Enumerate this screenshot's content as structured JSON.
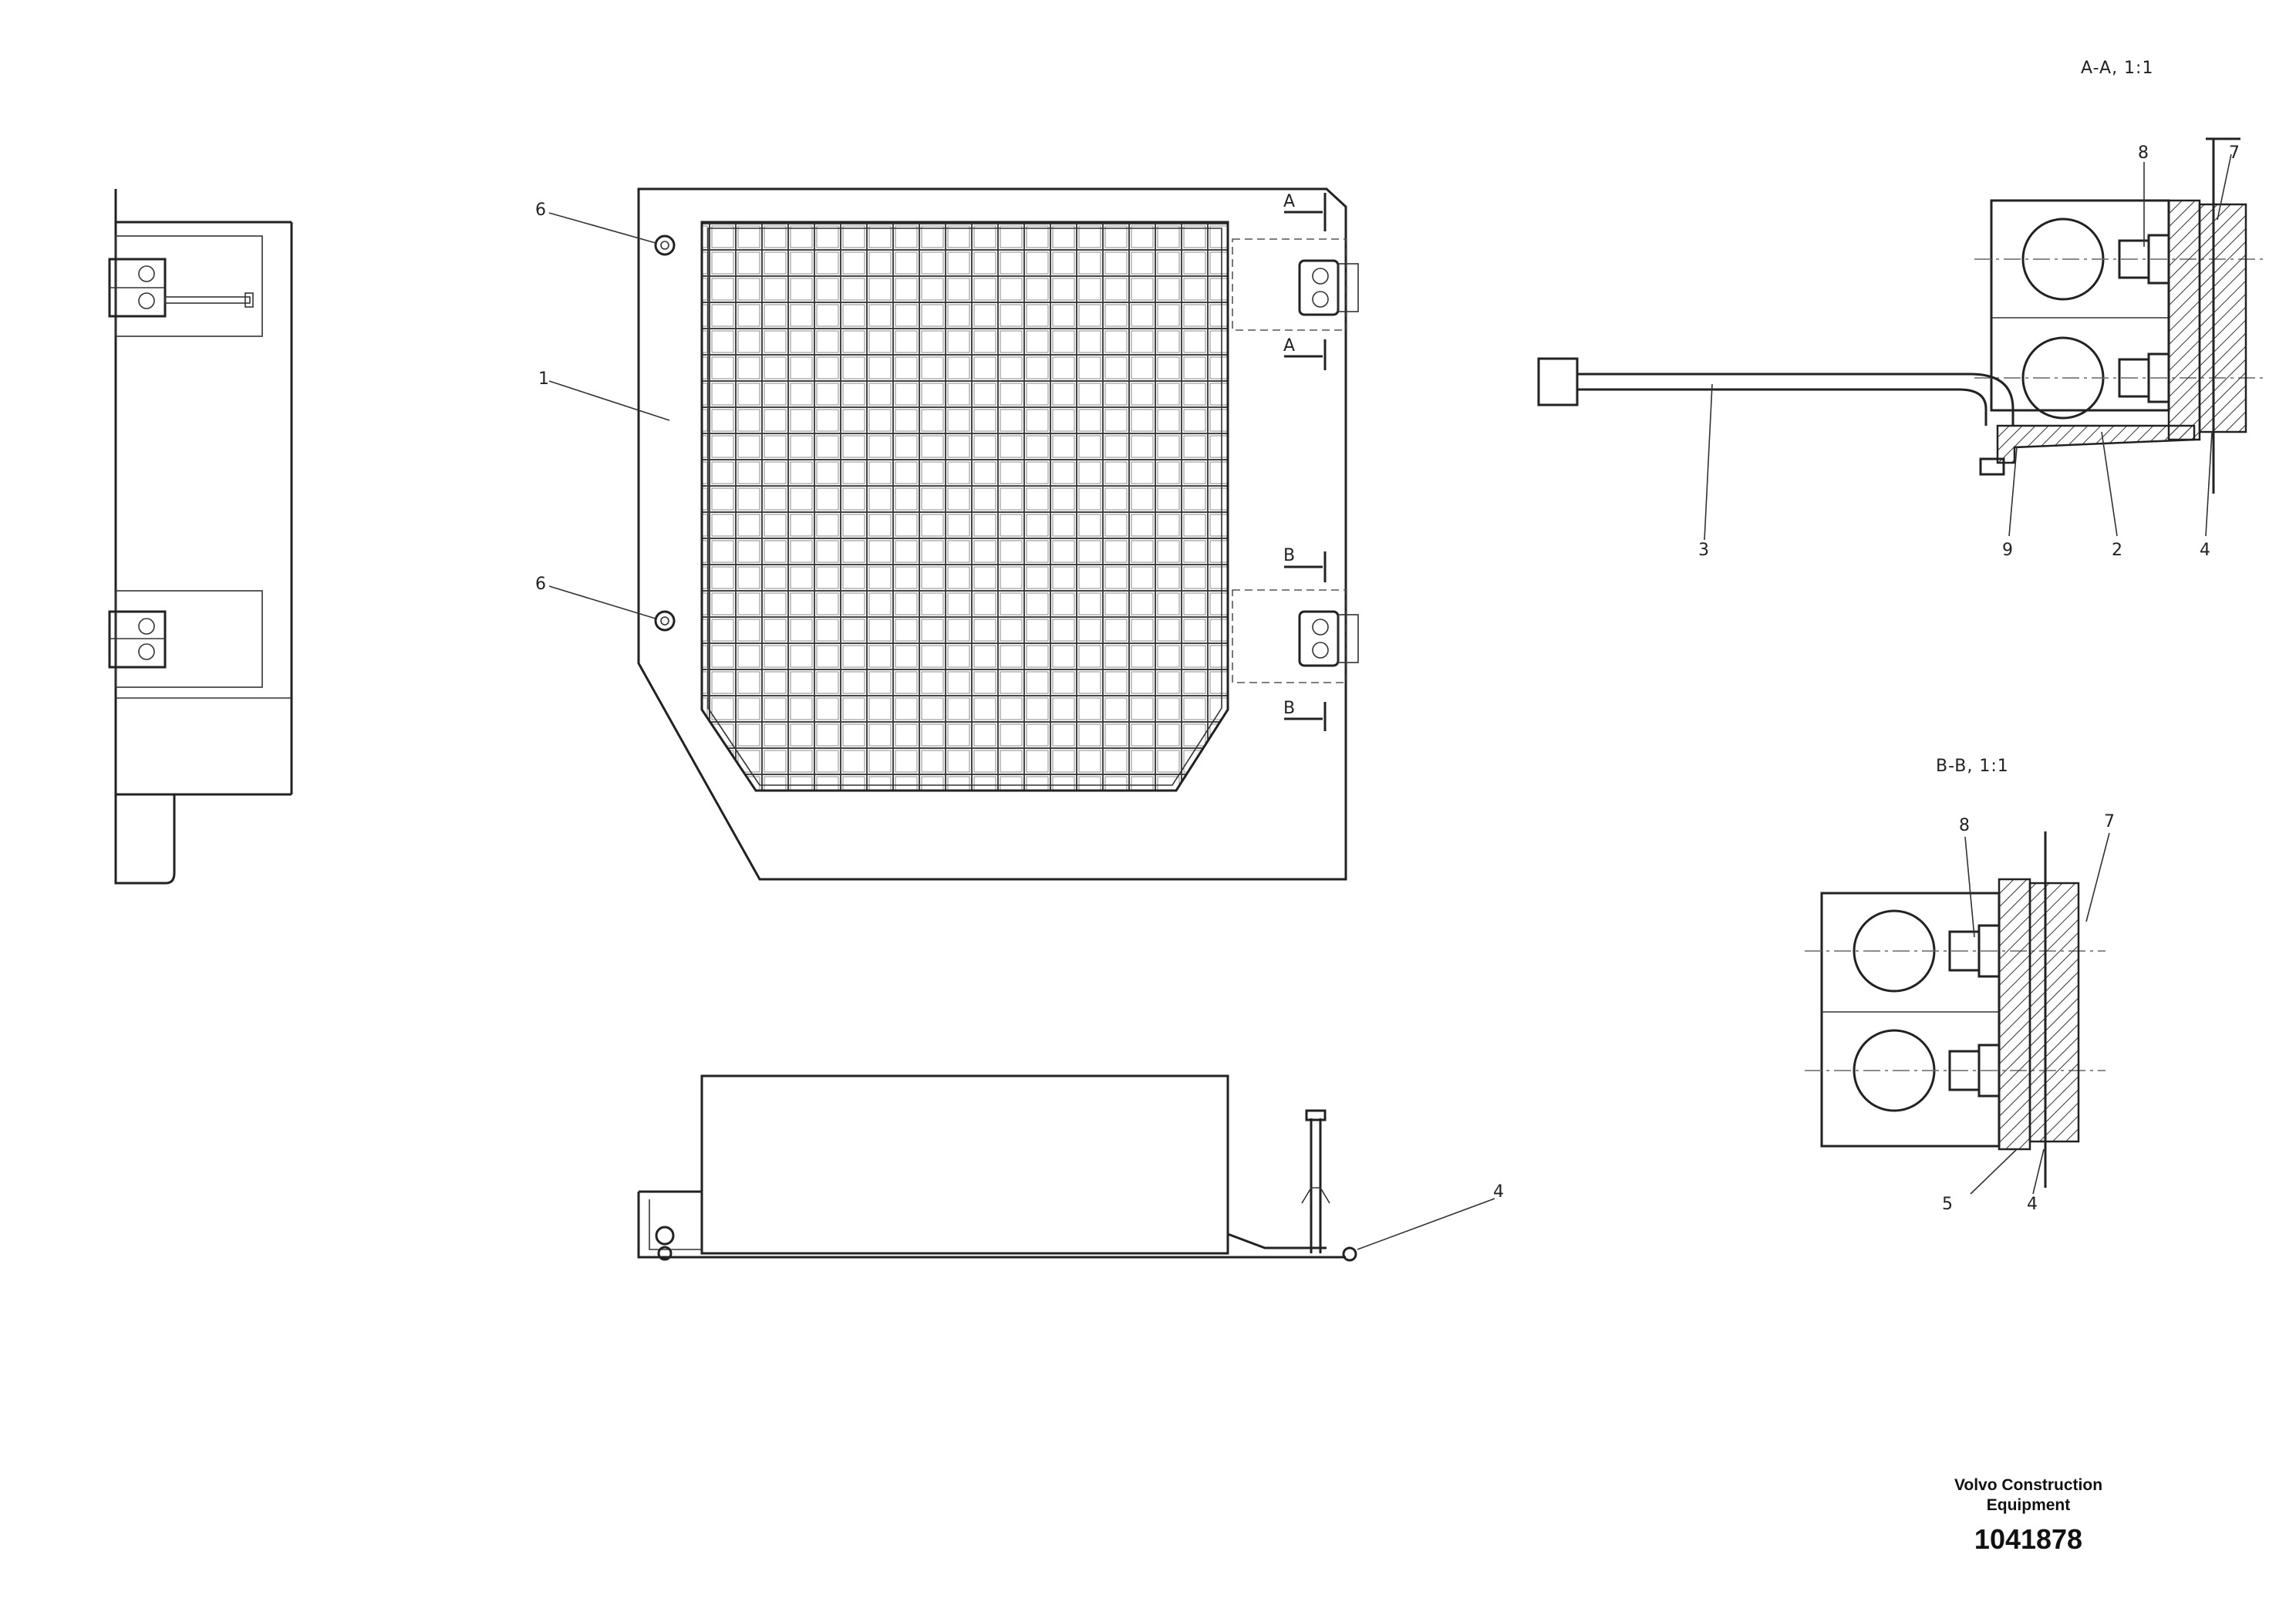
{
  "sections": {
    "a_a": "A-A,   1:1",
    "b_b": "B-B,   1:1"
  },
  "cut_marks": {
    "a": "A",
    "b": "B"
  },
  "callouts": {
    "c1": "1",
    "c2": "2",
    "c3": "3",
    "c4": "4",
    "c5": "5",
    "c6": "6",
    "c7": "7",
    "c8": "8",
    "c9": "9"
  },
  "title_block": {
    "brand_line1": "Volvo Construction",
    "brand_line2": "Equipment",
    "drawing_number": "1041878"
  }
}
